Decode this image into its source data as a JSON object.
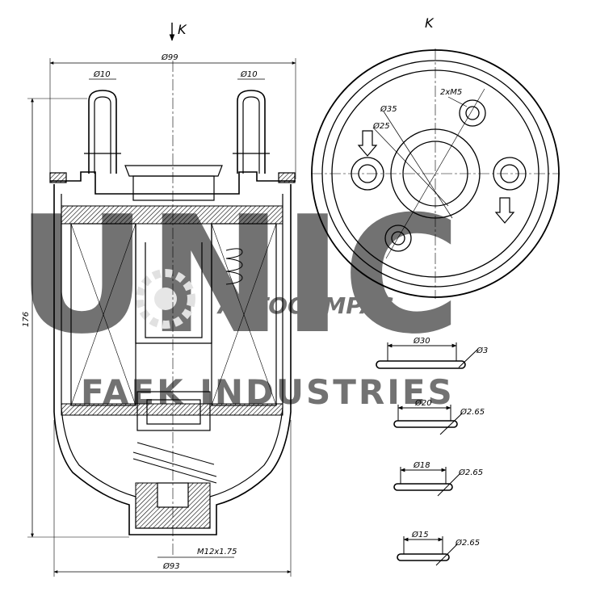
{
  "view_label_arrow": "K",
  "view_label_title": "K",
  "dimensions": {
    "outer_diameter": "Ø99",
    "inlet_diameter_left": "Ø10",
    "inlet_diameter_right": "Ø10",
    "height": "176",
    "bottom_diameter": "Ø93",
    "thread": "M12x1.75",
    "mount_holes": "2xM5",
    "ring_diameter": "Ø35",
    "bore_diameter": "Ø25"
  },
  "orings": [
    {
      "diameter": "Ø30",
      "section": "Ø3"
    },
    {
      "diameter": "Ø20",
      "section": "Ø2.65"
    },
    {
      "diameter": "Ø18",
      "section": "Ø2.65"
    },
    {
      "diameter": "Ø15",
      "section": "Ø2.65"
    }
  ],
  "watermark": {
    "brand": "AUTOCOMPAS",
    "company": "FAEK INDUSTRIES"
  },
  "colors": {
    "line": "#000000",
    "watermark": "#d6d6d6",
    "hatch": "#000000"
  }
}
